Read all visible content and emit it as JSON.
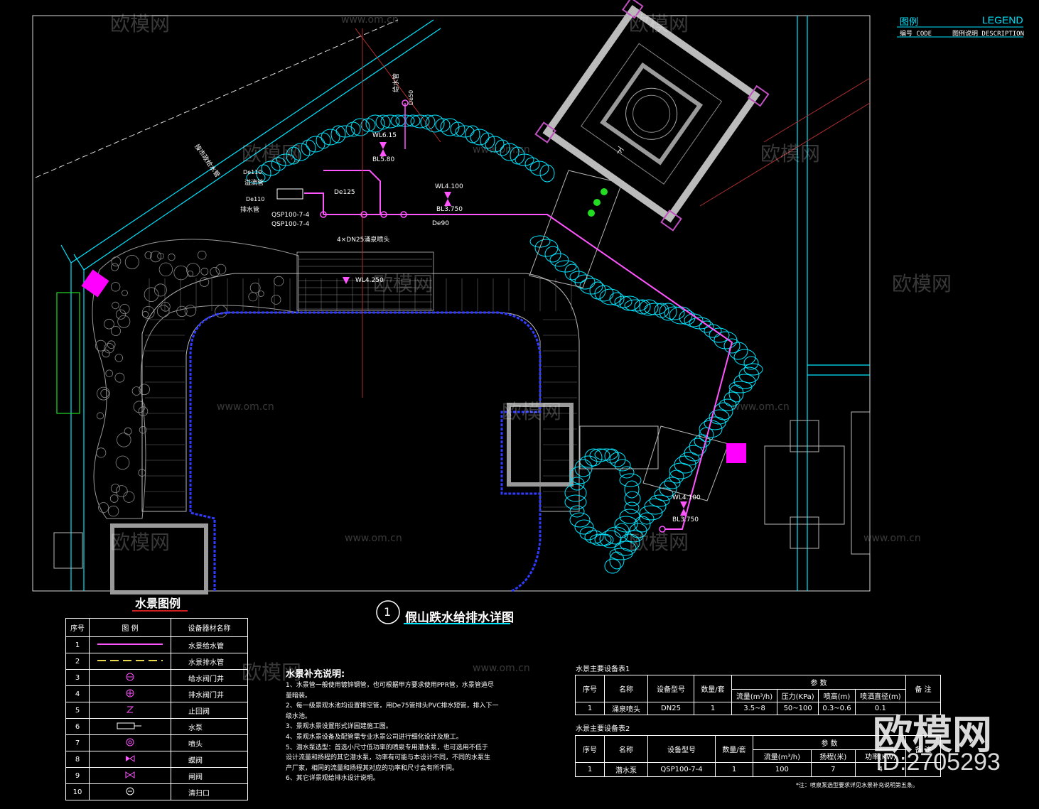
{
  "header": {
    "legend_cn": "图例",
    "legend_en": "LEGEND",
    "code_label": "编号 CODE",
    "desc_label": "图例说明 DESCRIPTION"
  },
  "drawing_title": {
    "number": "1",
    "text": "假山跌水给排水详图"
  },
  "plan_labels": {
    "pipe_top": "给水管",
    "de50": "De50",
    "wl615": "WL6.15",
    "bl580": "BL5.80",
    "wl4100_top": "WL4.100",
    "bl3750_top": "BL3.750",
    "de125": "De125",
    "de90": "De90",
    "pump1": "QSP100-7-4",
    "pump2": "QSP100-7-4",
    "nozzle": "4×DN25涌泉喷头",
    "de110_a": "De110",
    "de110_b": "De110",
    "connect_note": "接市政给水管",
    "drain_note": "排水管",
    "overflow": "溢流管",
    "wl4250": "WL4.250",
    "wl4100_bot": "WL4.100",
    "bl3750_bot": "BL3.750",
    "down": "下"
  },
  "water_legend": {
    "title": "水景图例",
    "headers": [
      "序号",
      "图 例",
      "设备器材名称"
    ],
    "rows": [
      {
        "no": "1",
        "name": "水景给水管",
        "sym": "line-magenta"
      },
      {
        "no": "2",
        "name": "水景排水管",
        "sym": "dash-yellow"
      },
      {
        "no": "3",
        "name": "给水阀门井",
        "sym": "valve-circle"
      },
      {
        "no": "4",
        "name": "排水阀门井",
        "sym": "valve-circle2"
      },
      {
        "no": "5",
        "name": "止回阀",
        "sym": "check-valve"
      },
      {
        "no": "6",
        "name": "水泵",
        "sym": "pump"
      },
      {
        "no": "7",
        "name": "喷头",
        "sym": "nozzle"
      },
      {
        "no": "8",
        "name": "蝶阀",
        "sym": "butterfly"
      },
      {
        "no": "9",
        "name": "闸阀",
        "sym": "gate"
      },
      {
        "no": "10",
        "name": "清扫口",
        "sym": "cleanout"
      }
    ]
  },
  "notes": {
    "title": "水景补充说明:",
    "lines": [
      "1、水景管一般使用镀锌钢管，也可根据甲方要求使用PPR管，水景管道尽",
      "量暗装。",
      "2、每一级景观水池均设置排空管，用De75管排头PVC排水短管，排入下一",
      "级水池。",
      "3、景观水景设置形式详园建施工图。",
      "4、景观水景设备及配管需专业水景公司进行细化设计及施工。",
      "5、潜水泵选型：首选小尺寸低功率的喷泉专用潜水泵，也可选用不低于",
      "设计流量和扬程的其它潜水泵，功率有可能与本设计不同，不同的水泵生",
      "产厂家，相同的流量和扬程其对应的功率和尺寸会有所不同。",
      "6、其它详景观给排水设计说明。"
    ]
  },
  "equip1": {
    "title": "水景主要设备表1",
    "h_no": "序号",
    "h_name": "名称",
    "h_model": "设备型号",
    "h_qty": "数量/套",
    "h_params": "参    数",
    "h_note": "备 注",
    "h_flow": "流量(m³/h)",
    "h_press": "压力(KPa)",
    "h_height": "喷高(m)",
    "h_dia": "喷洒直径(m)",
    "row": {
      "no": "1",
      "name": "涌泉喷头",
      "model": "DN25",
      "qty": "1",
      "flow": "3.5~8",
      "press": "50~100",
      "height": "0.3~0.6",
      "dia": "0.1"
    }
  },
  "equip2": {
    "title": "水景主要设备表2",
    "h_no": "序号",
    "h_name": "名称",
    "h_model": "设备型号",
    "h_qty": "数量/套",
    "h_params": "参    数",
    "h_note": "备 注",
    "h_flow": "流量(m³/h)",
    "h_head": "扬程(米)",
    "h_power": "功率(KW)",
    "row": {
      "no": "1",
      "name": "潜水泵",
      "model": "QSP100-7-4",
      "qty": "1",
      "flow": "100",
      "head": "7",
      "power": "4"
    },
    "footnote": "*注：喷泉泵选型要求详见水景补充说明第五条。"
  },
  "watermark": {
    "brand": "欧模网",
    "url": "www.om.cn",
    "id": "ID:2705293"
  },
  "colors": {
    "cyan": "#00e5ff",
    "blue": "#2f3bff",
    "magenta": "#ff55ff",
    "gray": "#9a9a9a",
    "red": "#b03030",
    "yellow": "#e8d84a",
    "green": "#22dd22"
  }
}
